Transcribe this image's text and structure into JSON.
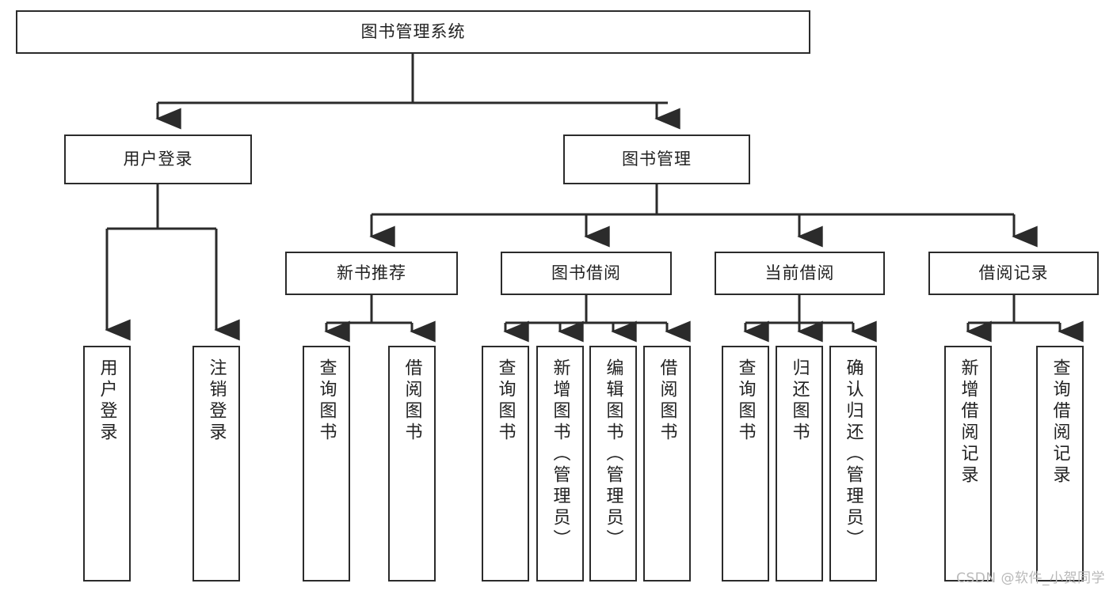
{
  "diagram": {
    "type": "tree-hierarchy",
    "title": "图书管理系统",
    "orientation": "top-down",
    "colors": {
      "background": "#ffffff",
      "box_border": "#2b2b2b",
      "box_fill": "#ffffff",
      "connector": "#2b2b2b",
      "text": "#222222",
      "watermark": "#b9b9b9"
    },
    "watermark": "CSDN @软件_小贺同学",
    "nodes": {
      "root": {
        "label": "图书管理系统",
        "level": 1
      },
      "level2": [
        {
          "id": "user-login",
          "label": "用户登录"
        },
        {
          "id": "book-manage",
          "label": "图书管理"
        }
      ],
      "level3": [
        {
          "id": "new-book-recommend",
          "label": "新书推荐",
          "parent": "book-manage"
        },
        {
          "id": "book-borrow",
          "label": "图书借阅",
          "parent": "book-manage"
        },
        {
          "id": "current-borrow",
          "label": "当前借阅",
          "parent": "book-manage"
        },
        {
          "id": "borrow-record",
          "label": "借阅记录",
          "parent": "book-manage"
        }
      ],
      "leaves": {
        "user-login": [
          {
            "id": "leaf-user-login",
            "label": "用户登录"
          },
          {
            "id": "leaf-logout",
            "label": "注销登录"
          }
        ],
        "new-book-recommend": [
          {
            "id": "leaf-query-book-1",
            "label": "查询图书"
          },
          {
            "id": "leaf-borrow-book-1",
            "label": "借阅图书"
          }
        ],
        "book-borrow": [
          {
            "id": "leaf-query-book-2",
            "label": "查询图书"
          },
          {
            "id": "leaf-add-book",
            "label": "新增图书（管理员）"
          },
          {
            "id": "leaf-edit-book",
            "label": "编辑图书（管理员）"
          },
          {
            "id": "leaf-borrow-book-2",
            "label": "借阅图书"
          }
        ],
        "current-borrow": [
          {
            "id": "leaf-query-book-3",
            "label": "查询图书"
          },
          {
            "id": "leaf-return-book",
            "label": "归还图书"
          },
          {
            "id": "leaf-confirm-return",
            "label": "确认归还（管理员）"
          }
        ],
        "borrow-record": [
          {
            "id": "leaf-add-record",
            "label": "新增借阅记录"
          },
          {
            "id": "leaf-query-record",
            "label": "查询借阅记录"
          }
        ]
      }
    }
  }
}
